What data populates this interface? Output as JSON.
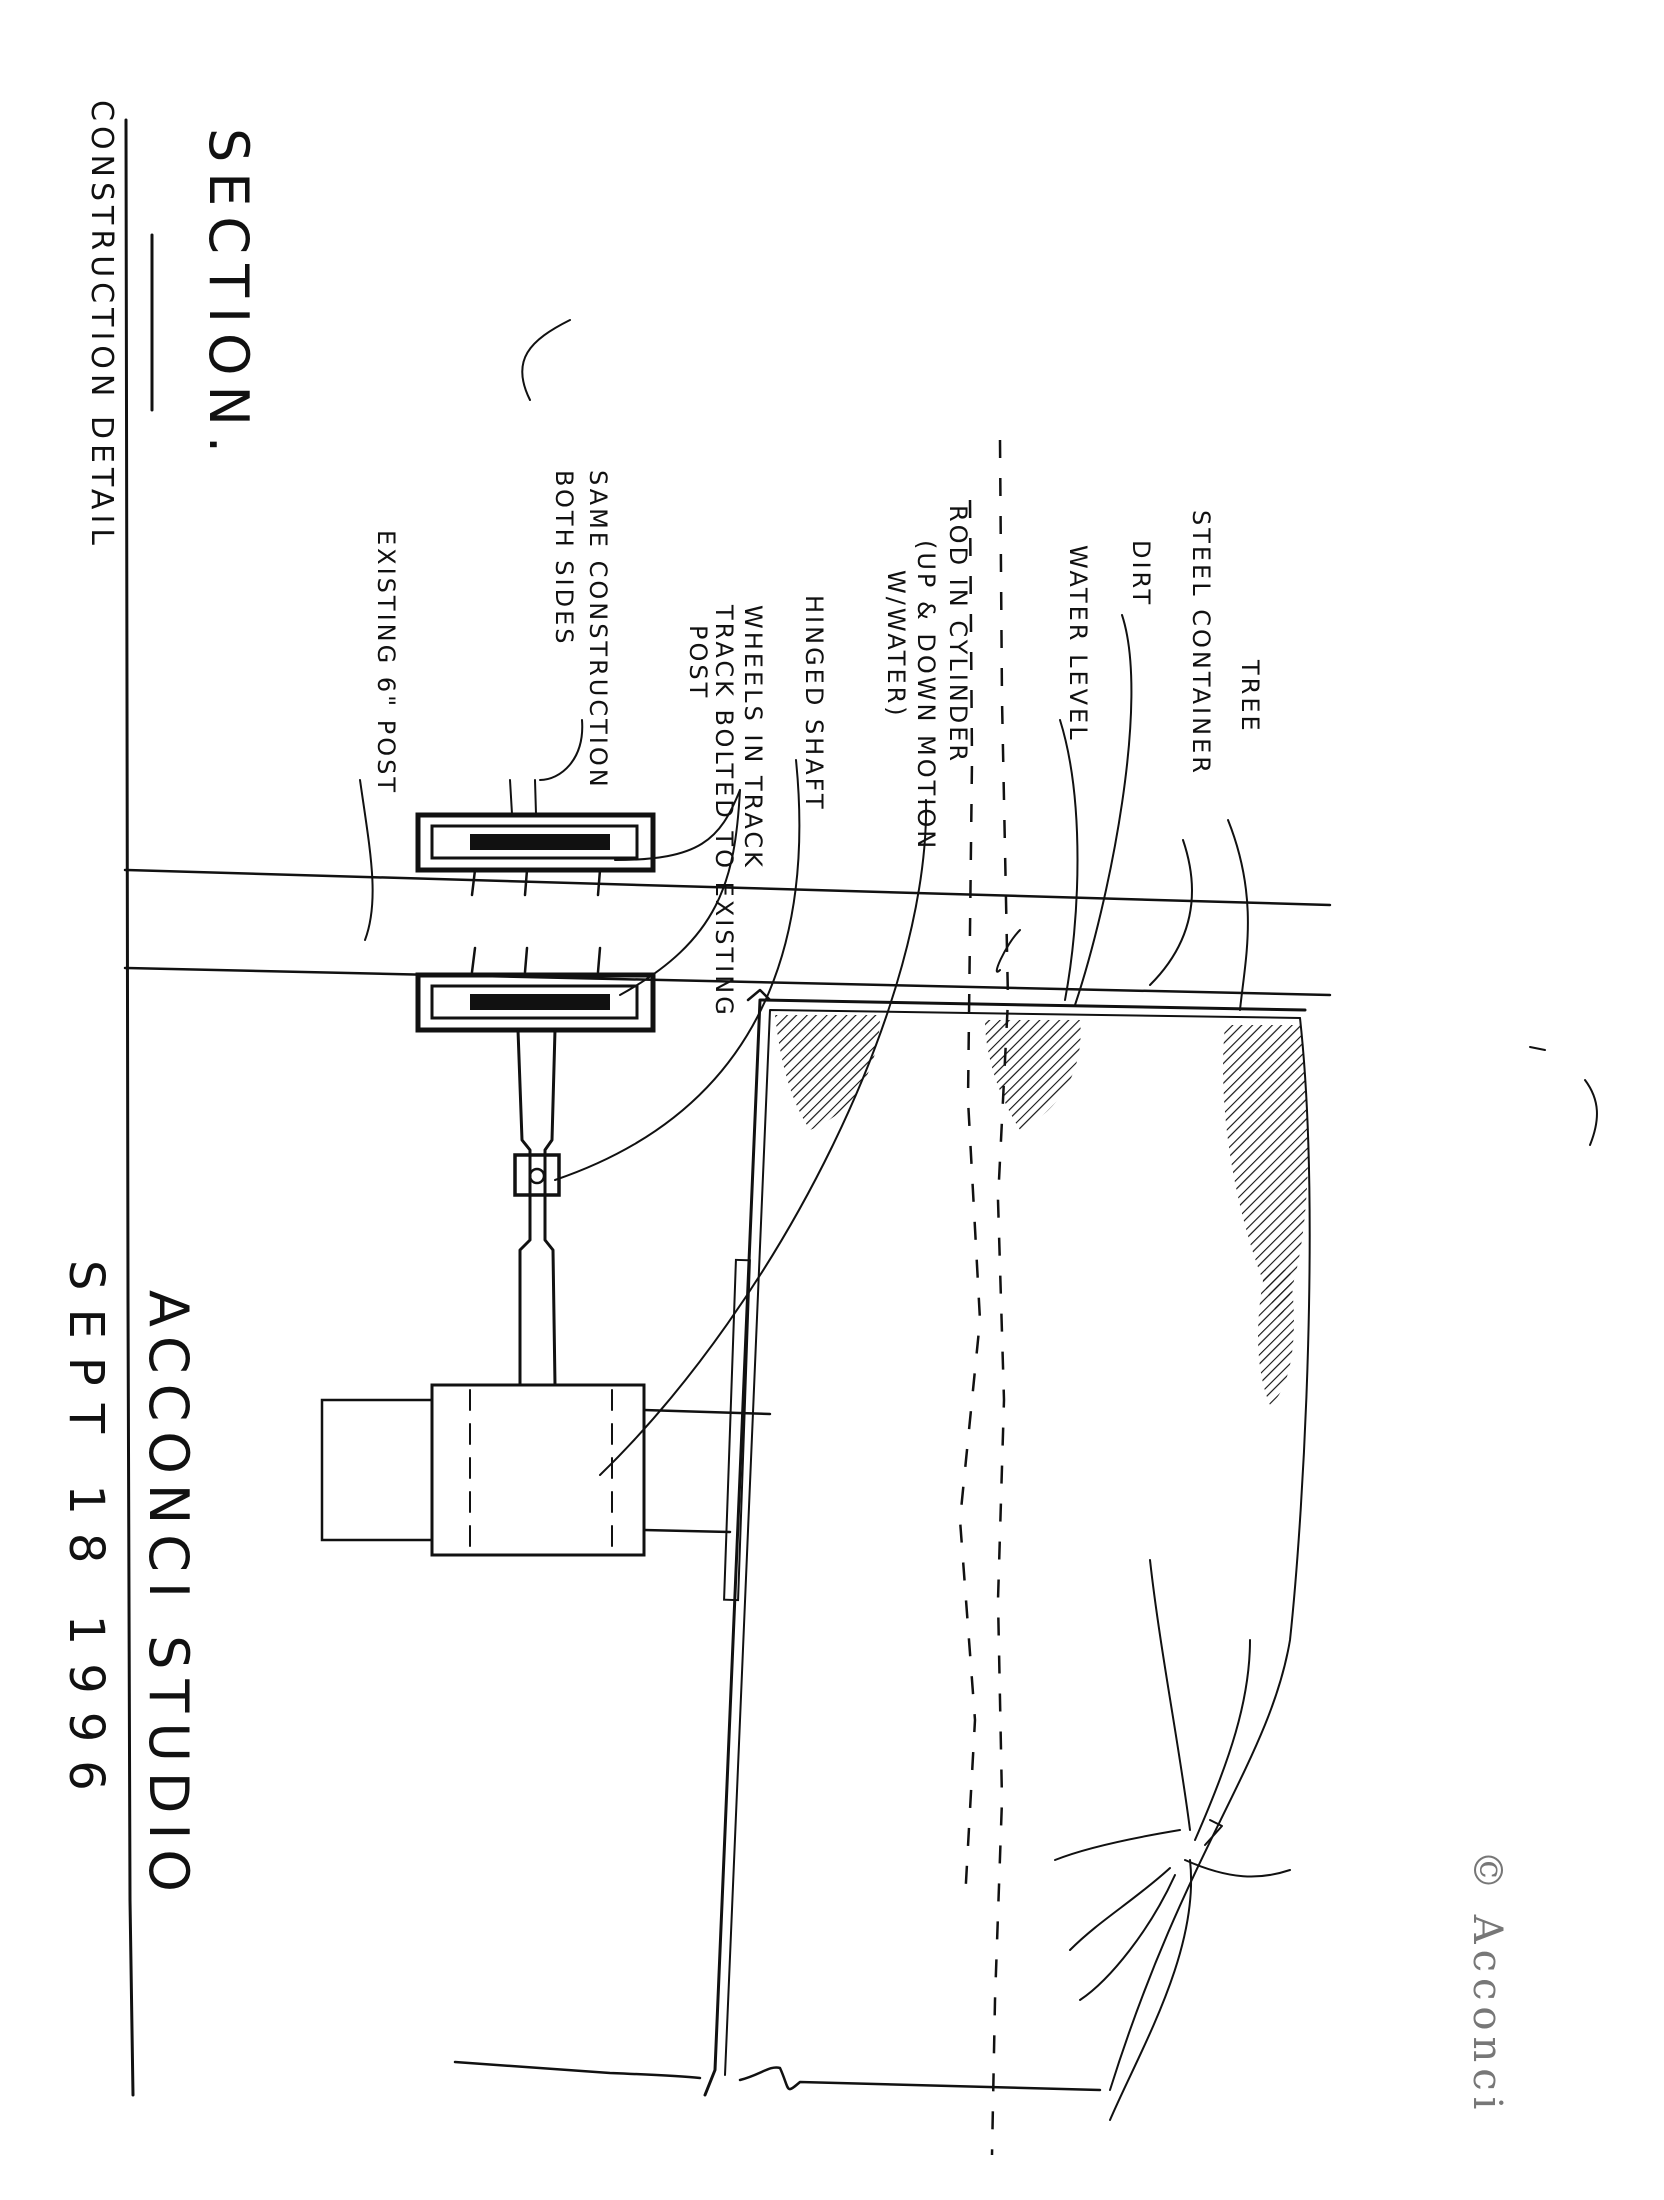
{
  "titles": {
    "section": "SECTION.",
    "construction_detail": "CONSTRUCTION DETAIL"
  },
  "studio": {
    "name": "ACCONCI STUDIO",
    "date": "SEPT 18 1996"
  },
  "labels": {
    "tree": "TREE",
    "steel_container": "STEEL CONTAINER",
    "dirt": "DIRT",
    "water_level": "WATER LEVEL",
    "rod_line1": "ROD IN CYLINDER",
    "rod_line2": "(UP & DOWN MOTION",
    "rod_line3": "W/WATER)",
    "hinged_shaft": "HINGED SHAFT",
    "wheels_line1": "WHEELS IN TRACK",
    "wheels_line2": "TRACK BOLTED TO EXISTING",
    "wheels_line3": "POST",
    "same_line1": "SAME CONSTRUCTION",
    "same_line2": "BOTH SIDES",
    "existing_post": "EXISTING 6\" POST"
  },
  "copyright": "© Acconci",
  "colors": {
    "ink": "#111111",
    "paper": "#ffffff",
    "faint": "#777777"
  }
}
